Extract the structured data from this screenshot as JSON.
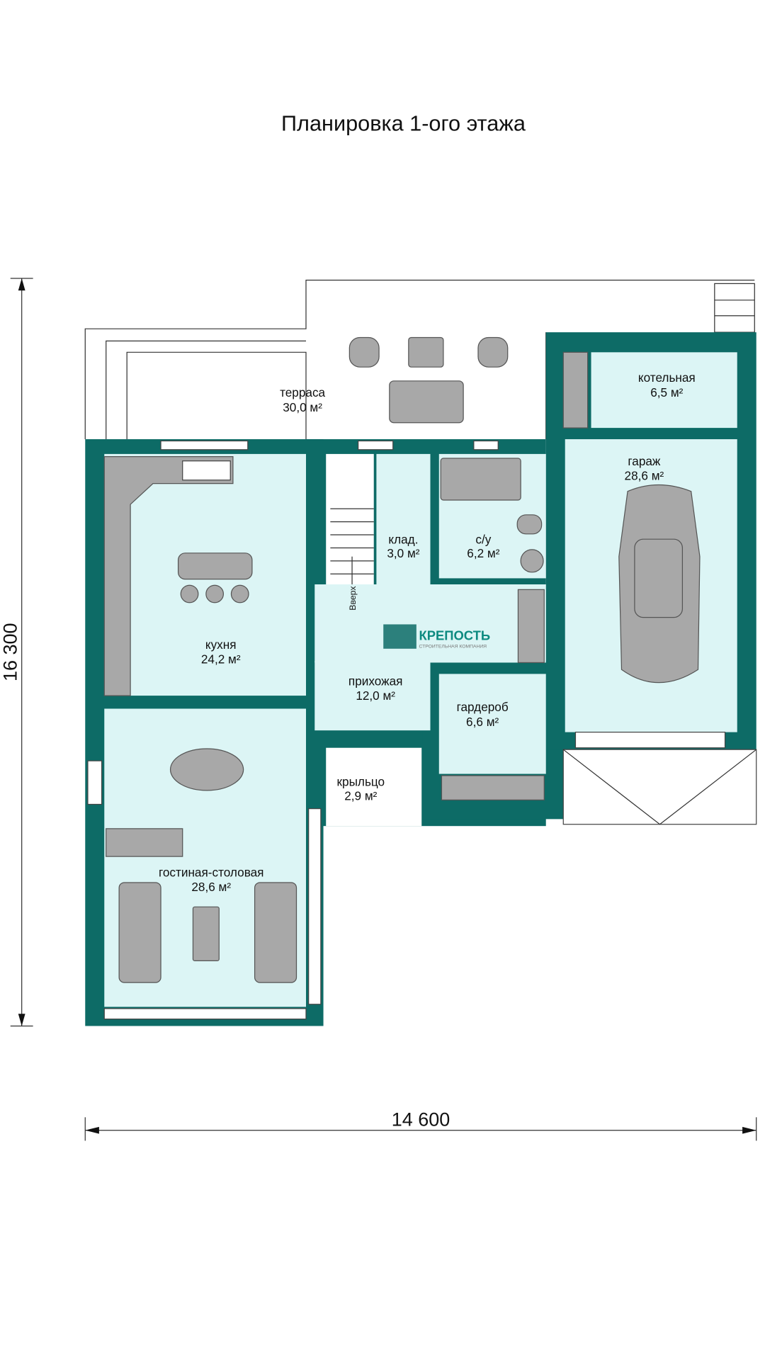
{
  "title": "Планировка 1-ого этажа",
  "dimensions": {
    "height": "16 300",
    "width": "14 600"
  },
  "stairs_label": "Вверх",
  "logo": {
    "name": "КРЕПОСТЬ",
    "subtitle": "СТРОИТЕЛЬНАЯ КОМПАНИЯ"
  },
  "colors": {
    "wall": "#0d6b66",
    "room": "#dcf5f5",
    "furniture": "#a8a8a8"
  },
  "rooms": [
    {
      "name": "терраса",
      "area": "30,0 м²"
    },
    {
      "name": "котельная",
      "area": "6,5 м²"
    },
    {
      "name": "гараж",
      "area": "28,6 м²"
    },
    {
      "name": "кухня",
      "area": "24,2 м²"
    },
    {
      "name": "клад.",
      "area": "3,0 м²"
    },
    {
      "name": "с/у",
      "area": "6,2 м²"
    },
    {
      "name": "прихожая",
      "area": "12,0 м²"
    },
    {
      "name": "гардероб",
      "area": "6,6 м²"
    },
    {
      "name": "крыльцо",
      "area": "2,9 м²"
    },
    {
      "name": "гостиная-столовая",
      "area": "28,6 м²"
    }
  ]
}
